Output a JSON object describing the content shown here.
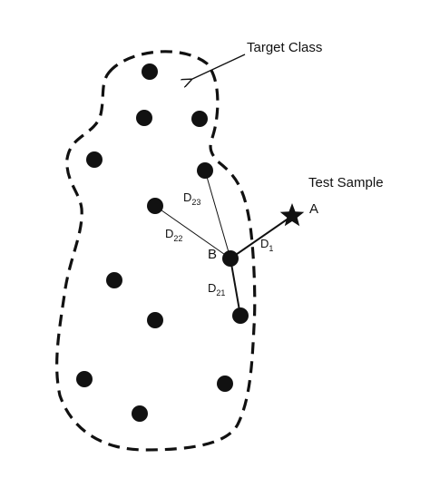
{
  "diagram": {
    "target_class_label": "Target Class",
    "test_sample_label": "Test Sample",
    "point_a_label": "A",
    "point_b_label": "B",
    "distances": {
      "d1": {
        "letter": "D",
        "sub": "1"
      },
      "d21": {
        "letter": "D",
        "sub": "21"
      },
      "d22": {
        "letter": "D",
        "sub": "22"
      },
      "d23": {
        "letter": "D",
        "sub": "23"
      }
    }
  },
  "colors": {
    "ink": "#111111",
    "background": "#ffffff"
  }
}
